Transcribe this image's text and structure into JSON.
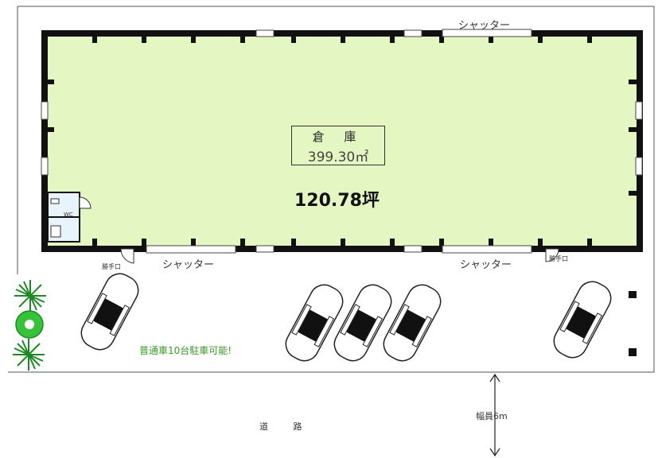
{
  "building": {
    "name": "倉 庫",
    "area": "399.30㎡",
    "tsubo": "120.78坪",
    "fill": "#e4f7c2"
  },
  "shutters": {
    "top": "シャッター",
    "bottom_left": "シャッター",
    "bottom_right": "シャッター"
  },
  "doors": {
    "left": "勝手口",
    "right": "勝手口"
  },
  "toilet": "WC",
  "parking_note": "普通車10台駐車可能!",
  "road": {
    "label": "道 路",
    "width": "幅員6m"
  },
  "colors": {
    "building_fill": "#e4f7c2",
    "wall": "#111111",
    "parking_text": "#3a9a2a",
    "tree": "#37c23a"
  }
}
